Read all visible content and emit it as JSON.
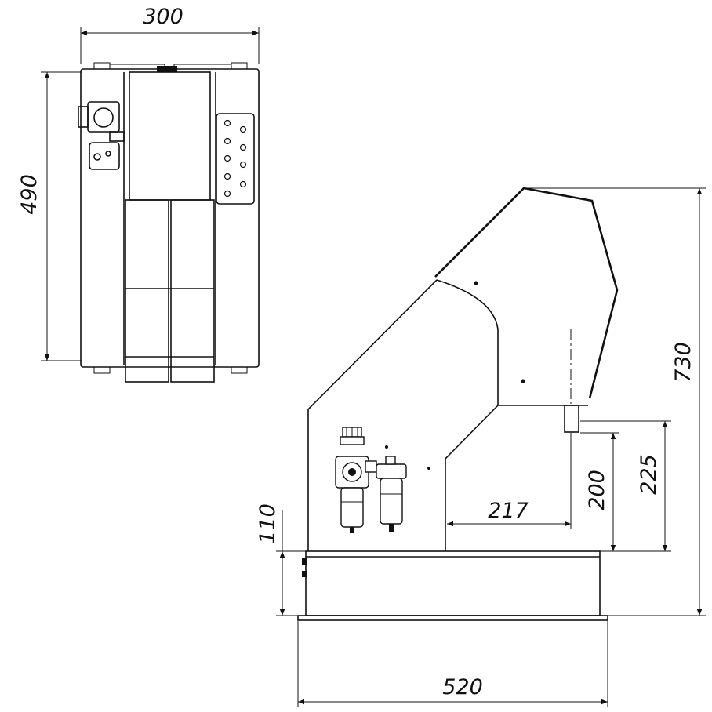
{
  "drawing": {
    "top_view": {
      "width_dimension": "300",
      "depth_dimension": "490"
    },
    "side_view": {
      "height_dimension": "730",
      "base_height_dimension": "110",
      "throat_depth_dimension": "217",
      "work_height_min_dimension": "200",
      "work_height_max_dimension": "225",
      "base_length_dimension": "520"
    }
  }
}
